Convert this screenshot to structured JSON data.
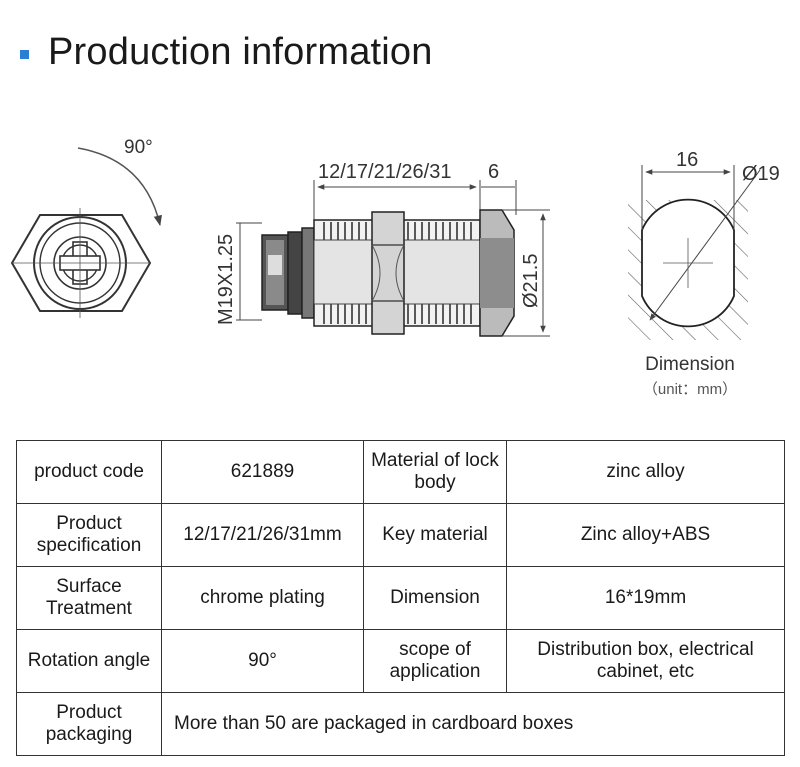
{
  "header": {
    "title": "Production information",
    "accent": "#2a7fd4"
  },
  "drawing": {
    "rotation_label": "90°",
    "length_label": "12/17/21/26/31",
    "head_label": "6",
    "thread_label": "M19X1.25",
    "diameter_label": "Ø21.5",
    "width_label": "16",
    "cut_diameter_label": "Ø19"
  },
  "dimension_caption": {
    "title": "Dimension",
    "unit": "（unit：mm）"
  },
  "table": {
    "rows": [
      {
        "k1": "product code",
        "v1": "621889",
        "k2": "Material of lock body",
        "v2": "zinc alloy"
      },
      {
        "k1": "Product specification",
        "v1": "12/17/21/26/31mm",
        "k2": "Key material",
        "v2": "Zinc alloy+ABS"
      },
      {
        "k1": "Surface Treatment",
        "v1": "chrome plating",
        "k2": "Dimension",
        "v2": "16*19mm"
      },
      {
        "k1": "Rotation angle",
        "v1": "90°",
        "k2": "scope of application",
        "v2": "Distribution box, electrical cabinet, etc"
      }
    ],
    "packaging": {
      "key": "Product packaging",
      "value": "More than 50 are packaged in cardboard boxes"
    }
  }
}
